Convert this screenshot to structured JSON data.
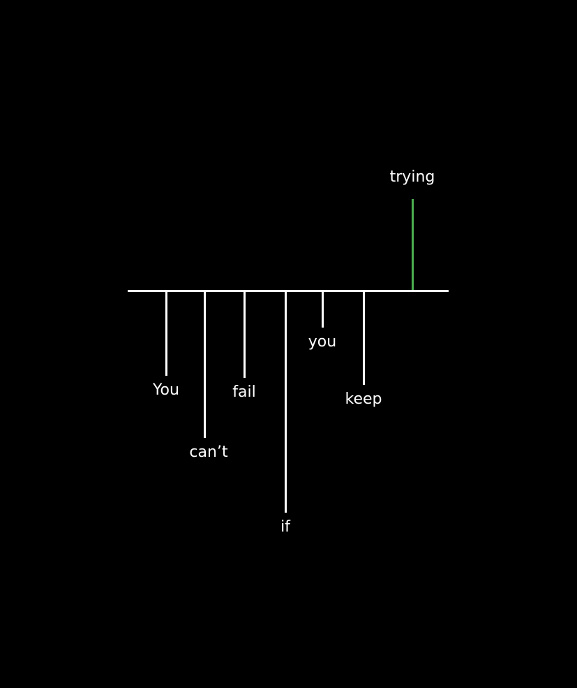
{
  "words": [
    {
      "text": "You",
      "direction": "down",
      "level": 0.38
    },
    {
      "text": "can’t",
      "direction": "down",
      "level": 0.66
    },
    {
      "text": "fail",
      "direction": "down",
      "level": 0.39
    },
    {
      "text": "if",
      "direction": "down",
      "level": 1.0
    },
    {
      "text": "you",
      "direction": "down",
      "level": 0.16
    },
    {
      "text": "keep",
      "direction": "down",
      "level": 0.42
    },
    {
      "text": "trying",
      "direction": "up",
      "level": 0.41
    }
  ],
  "colors": {
    "background": "#000000",
    "line": "#ffffff",
    "text": "#ffffff",
    "highlight": "#4caf50"
  }
}
